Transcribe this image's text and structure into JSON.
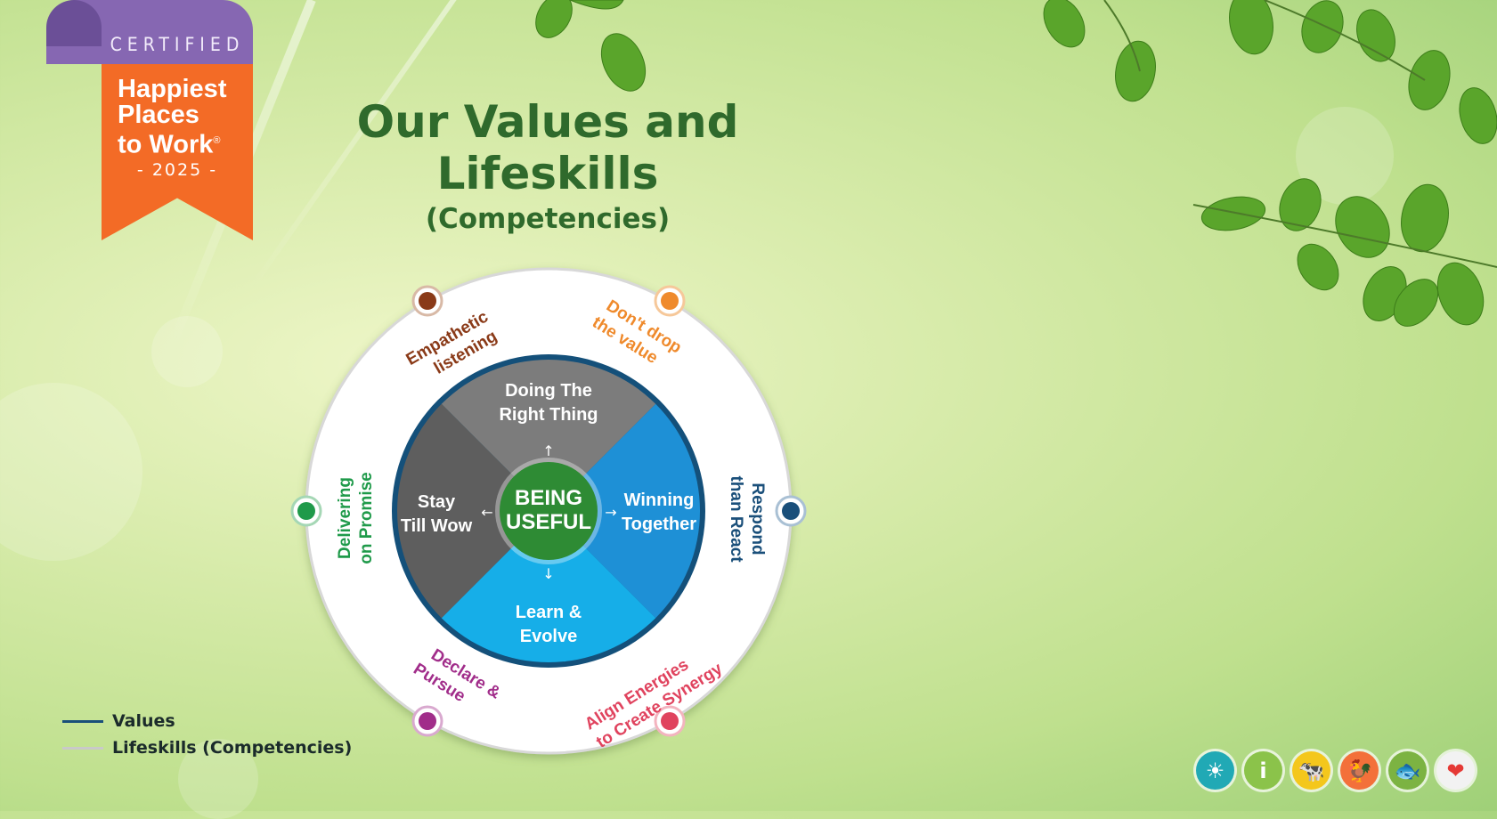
{
  "badge": {
    "certified": "CERTIFIED",
    "line1": "Happiest",
    "line2": "Places",
    "line3": "to Work",
    "reg": "®",
    "year": "- 2025 -"
  },
  "title": {
    "line1": "Our Values and",
    "line2": "Lifeskills",
    "line3": "(Competencies)"
  },
  "center": {
    "line1": "BEING",
    "line2": "USEFUL",
    "color": "#2e8b34"
  },
  "values": [
    {
      "line1": "Doing The",
      "line2": "Right Thing",
      "color": "#7c7c7c"
    },
    {
      "line1": "Winning",
      "line2": "Together",
      "color": "#1e90d6"
    },
    {
      "line1": "Learn &",
      "line2": "Evolve",
      "color": "#16aee8"
    },
    {
      "line1": "Stay",
      "line2": "Till Wow",
      "color": "#5e5e5e"
    }
  ],
  "lifeskills": [
    {
      "line1": "Empathetic",
      "line2": "listening",
      "color": "#8a3a18"
    },
    {
      "line1": "Don't drop",
      "line2": "the value",
      "color": "#ef8a2c"
    },
    {
      "line1": "Respond",
      "line2": "than React",
      "color": "#1a4f7a"
    },
    {
      "line1": "Align Energies",
      "line2": "to Create Synergy",
      "color": "#e0435e"
    },
    {
      "line1": "Declare &",
      "line2": "Pursue",
      "color": "#a12d8a"
    },
    {
      "line1": "Delivering",
      "line2": "on Promise",
      "color": "#1f9a4a"
    }
  ],
  "legend": [
    {
      "label": "Values",
      "color": "#1a4f7a"
    },
    {
      "label": "Lifeskills (Competencies)",
      "color": "#c9c9c9"
    }
  ],
  "icons": [
    {
      "name": "sun-icon",
      "glyph": "☀",
      "color": "#21a9b5"
    },
    {
      "name": "info-icon",
      "glyph": "i",
      "color": "#8bc34a"
    },
    {
      "name": "cow-icon",
      "glyph": "🐄",
      "color": "#f4c71c"
    },
    {
      "name": "rooster-icon",
      "glyph": "🐓",
      "color": "#f3703a"
    },
    {
      "name": "fish-icon",
      "glyph": "🐟",
      "color": "#7cb342"
    },
    {
      "name": "heart-icon",
      "glyph": "❤",
      "color": "#f2f2f2"
    }
  ]
}
